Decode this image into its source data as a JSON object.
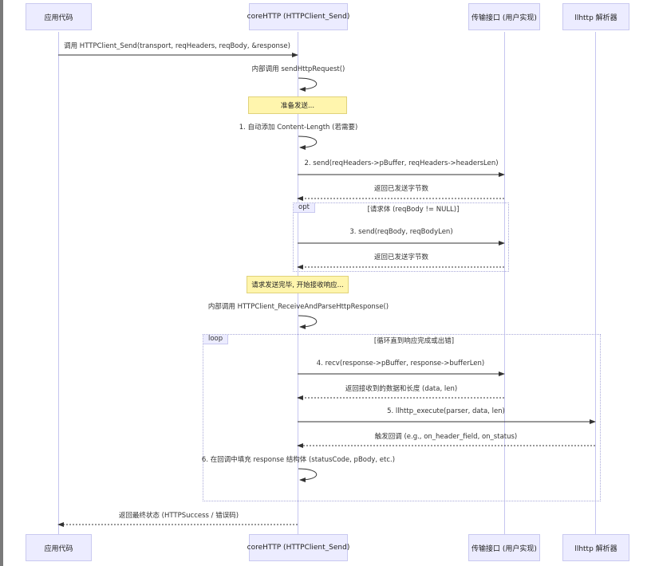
{
  "participants": {
    "app": "应用代码",
    "core": "coreHTTP (HTTPClient_Send)",
    "transport": "传输接口 (用户实现)",
    "llhttp": "llhttp 解析器"
  },
  "messages": {
    "m1": "调用 HTTPClient_Send(transport, reqHeaders, reqBody, &response)",
    "m2": "内部调用 sendHttpRequest()",
    "m3": "1. 自动添加 Content-Length (若需要)",
    "m4": "2. send(reqHeaders->pBuffer, reqHeaders->headersLen)",
    "m5": "返回已发送字节数",
    "m6": "3. send(reqBody, reqBodyLen)",
    "m7": "返回已发送字节数",
    "m8": "内部调用 HTTPClient_ReceiveAndParseHttpResponse()",
    "m9": "4. recv(response->pBuffer, response->bufferLen)",
    "m10": "返回接收到的数据和长度 (data, len)",
    "m11": "5. llhttp_execute(parser, data, len)",
    "m12": "触发回调 (e.g., on_header_field, on_status)",
    "m13": "6. 在回调中填充 response 结构体 (statusCode, pBody, etc.)",
    "m14": "返回最终状态 (HTTPSuccess / 错误码)"
  },
  "notes": {
    "n1": "准备发送...",
    "n2": "请求发送完毕, 开始接收响应..."
  },
  "frames": {
    "opt_label": "opt",
    "opt_cond": "[请求体 (reqBody != NULL)]",
    "loop_label": "loop",
    "loop_cond": "[循环直到响应完成或出错]"
  }
}
